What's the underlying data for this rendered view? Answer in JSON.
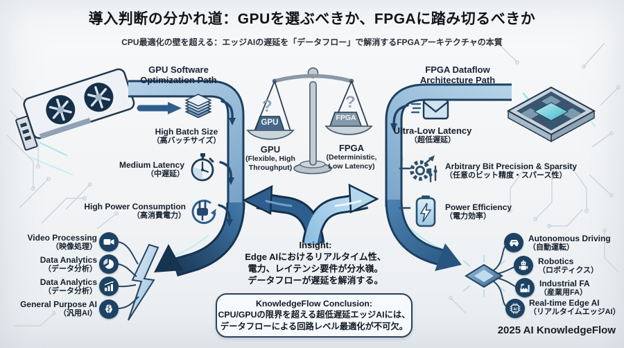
{
  "header": {
    "title": "導入判断の分かれ道：GPUを選ぶべきか、FPGAに踏み切るべきか",
    "subtitle": "CPU最適化の壁を超える：エッジAIの遅延を「データフロー」で解消するFPGAアーキテクチャの本質"
  },
  "left_path": {
    "label_line1": "GPU Software",
    "label_line2": "Optimization Path",
    "steps": [
      {
        "en": "High Batch Size",
        "ja": "（高バッチサイズ）"
      },
      {
        "en": "Medium Latency",
        "ja": "（中遅延）"
      },
      {
        "en": "High Power Consumption",
        "ja": "（高消費電力）"
      }
    ]
  },
  "right_path": {
    "label_line1": "FPGA Dataflow",
    "label_line2": "Architecture Path",
    "steps": [
      {
        "en": "Ultra-Low Latency",
        "ja": "（超低遅延）"
      },
      {
        "en": "Arbitrary Bit Precision & Sparsity",
        "ja": "（任意のビット精度・スパース性）"
      },
      {
        "en": "Power Efficiency",
        "ja": "（電力効率）"
      }
    ]
  },
  "scale": {
    "left_question": "?",
    "right_question": "?",
    "left_weight": "GPU",
    "right_weight": "FPGA",
    "left_name": "GPU",
    "left_sub1": "(Flexible, High",
    "left_sub2": "Throughput)",
    "right_name": "FPGA",
    "right_sub1": "(Deterministic,",
    "right_sub2": "Low Latency)"
  },
  "left_use_cases": [
    {
      "en": "Video Processing",
      "ja": "（映像処理）"
    },
    {
      "en": "Data Analytics",
      "ja": "（データ分析）"
    },
    {
      "en": "Data Analytics",
      "ja": "（データ分析）"
    },
    {
      "en": "General Purpose AI",
      "ja": "（汎用AI）"
    }
  ],
  "right_use_cases": [
    {
      "en": "Autonomous Driving",
      "ja": "（自動運転）"
    },
    {
      "en": "Robotics",
      "ja": "（ロボティクス）"
    },
    {
      "en": "Industrial FA",
      "ja": "（産業用FA）"
    },
    {
      "en": "Real-time Edge AI",
      "ja": "（リアルタイムエッジAI）"
    }
  ],
  "insight": {
    "title": "Insight:",
    "line1": "Edge AIにおけるリアルタイム性、",
    "line2": "電力、レイテンシ要件が分水嶺。",
    "line3": "データフローが遅延を解消する。"
  },
  "conclusion": {
    "title": "KnowledgeFlow Conclusion:",
    "line1": "CPU/GPUの限界を超える超低遅延エッジAIには、",
    "line2": "データフローによる回路レベル最適化が不可欠。"
  },
  "credit": "2025 AI KnowledgeFlow",
  "icons": {
    "ai_chip_label": "AI"
  },
  "colors": {
    "band_light": "#b8d6ea",
    "band_mid": "#6896c0",
    "band_outline": "#1d3f60",
    "navy_badge": "#1d4263",
    "teal_glow": "#6fd8d8"
  }
}
